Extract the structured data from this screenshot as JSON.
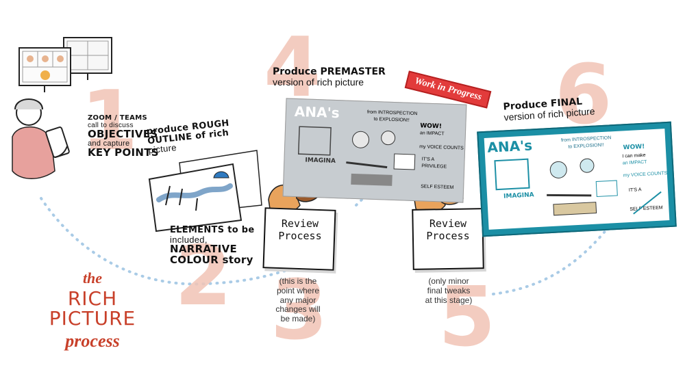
{
  "title": {
    "line1": "the",
    "line2": "RICH PICTURE",
    "line3": "process"
  },
  "step_numbers": [
    "1",
    "2",
    "3",
    "4",
    "5",
    "6"
  ],
  "step1": {
    "line1": "ZOOM / TEAMS",
    "line2": "call to discuss",
    "line3": "OBJECTIVES",
    "line4": "and capture",
    "line5": "KEY POINTS"
  },
  "step2": {
    "heading_line1": "produce ROUGH",
    "heading_line2": "OUTLINE of rich",
    "heading_line3": "picture",
    "elements_line1": "ELEMENTS to be",
    "elements_line2": "included,",
    "elements_line3": "NARRATIVE",
    "elements_line4": "COLOUR story"
  },
  "step3": {
    "title_line1": "Review",
    "title_line2": "Process",
    "note_line1": "(this is the",
    "note_line2": "point where",
    "note_line3": "any major",
    "note_line4": "changes will",
    "note_line5": "be made)"
  },
  "step4": {
    "heading_line1": "Produce PREMASTER",
    "heading_line2": "version of rich picture",
    "badge": "Work in Progress"
  },
  "step5": {
    "title_line1": "Review",
    "title_line2": "Process",
    "note_line1": "(only minor",
    "note_line2": "final tweaks",
    "note_line3": "at this stage)"
  },
  "step6": {
    "heading_line1": "Produce FINAL",
    "heading_line2": "version of rich picture"
  },
  "rich_picture": {
    "name": "ANA's",
    "imagina": "IMAGINA",
    "intro_a": "from INTROSPECTION",
    "intro_b": "to EXPLOSION!!",
    "wow": "WOW!",
    "can_make": "I can make",
    "impact": "an IMPACT",
    "voice_counts": "my VOICE COUNTS",
    "self_esteem": "SELF ESTEEM",
    "its_a": "IT'S A",
    "privilege": "PRIVILEGE"
  },
  "colors": {
    "accent_red": "#e23b3b",
    "step_number": "#f1c4b6",
    "teal": "#1b8fa5",
    "title_red": "#c8402a",
    "path_dots": "#a9cbe6"
  }
}
